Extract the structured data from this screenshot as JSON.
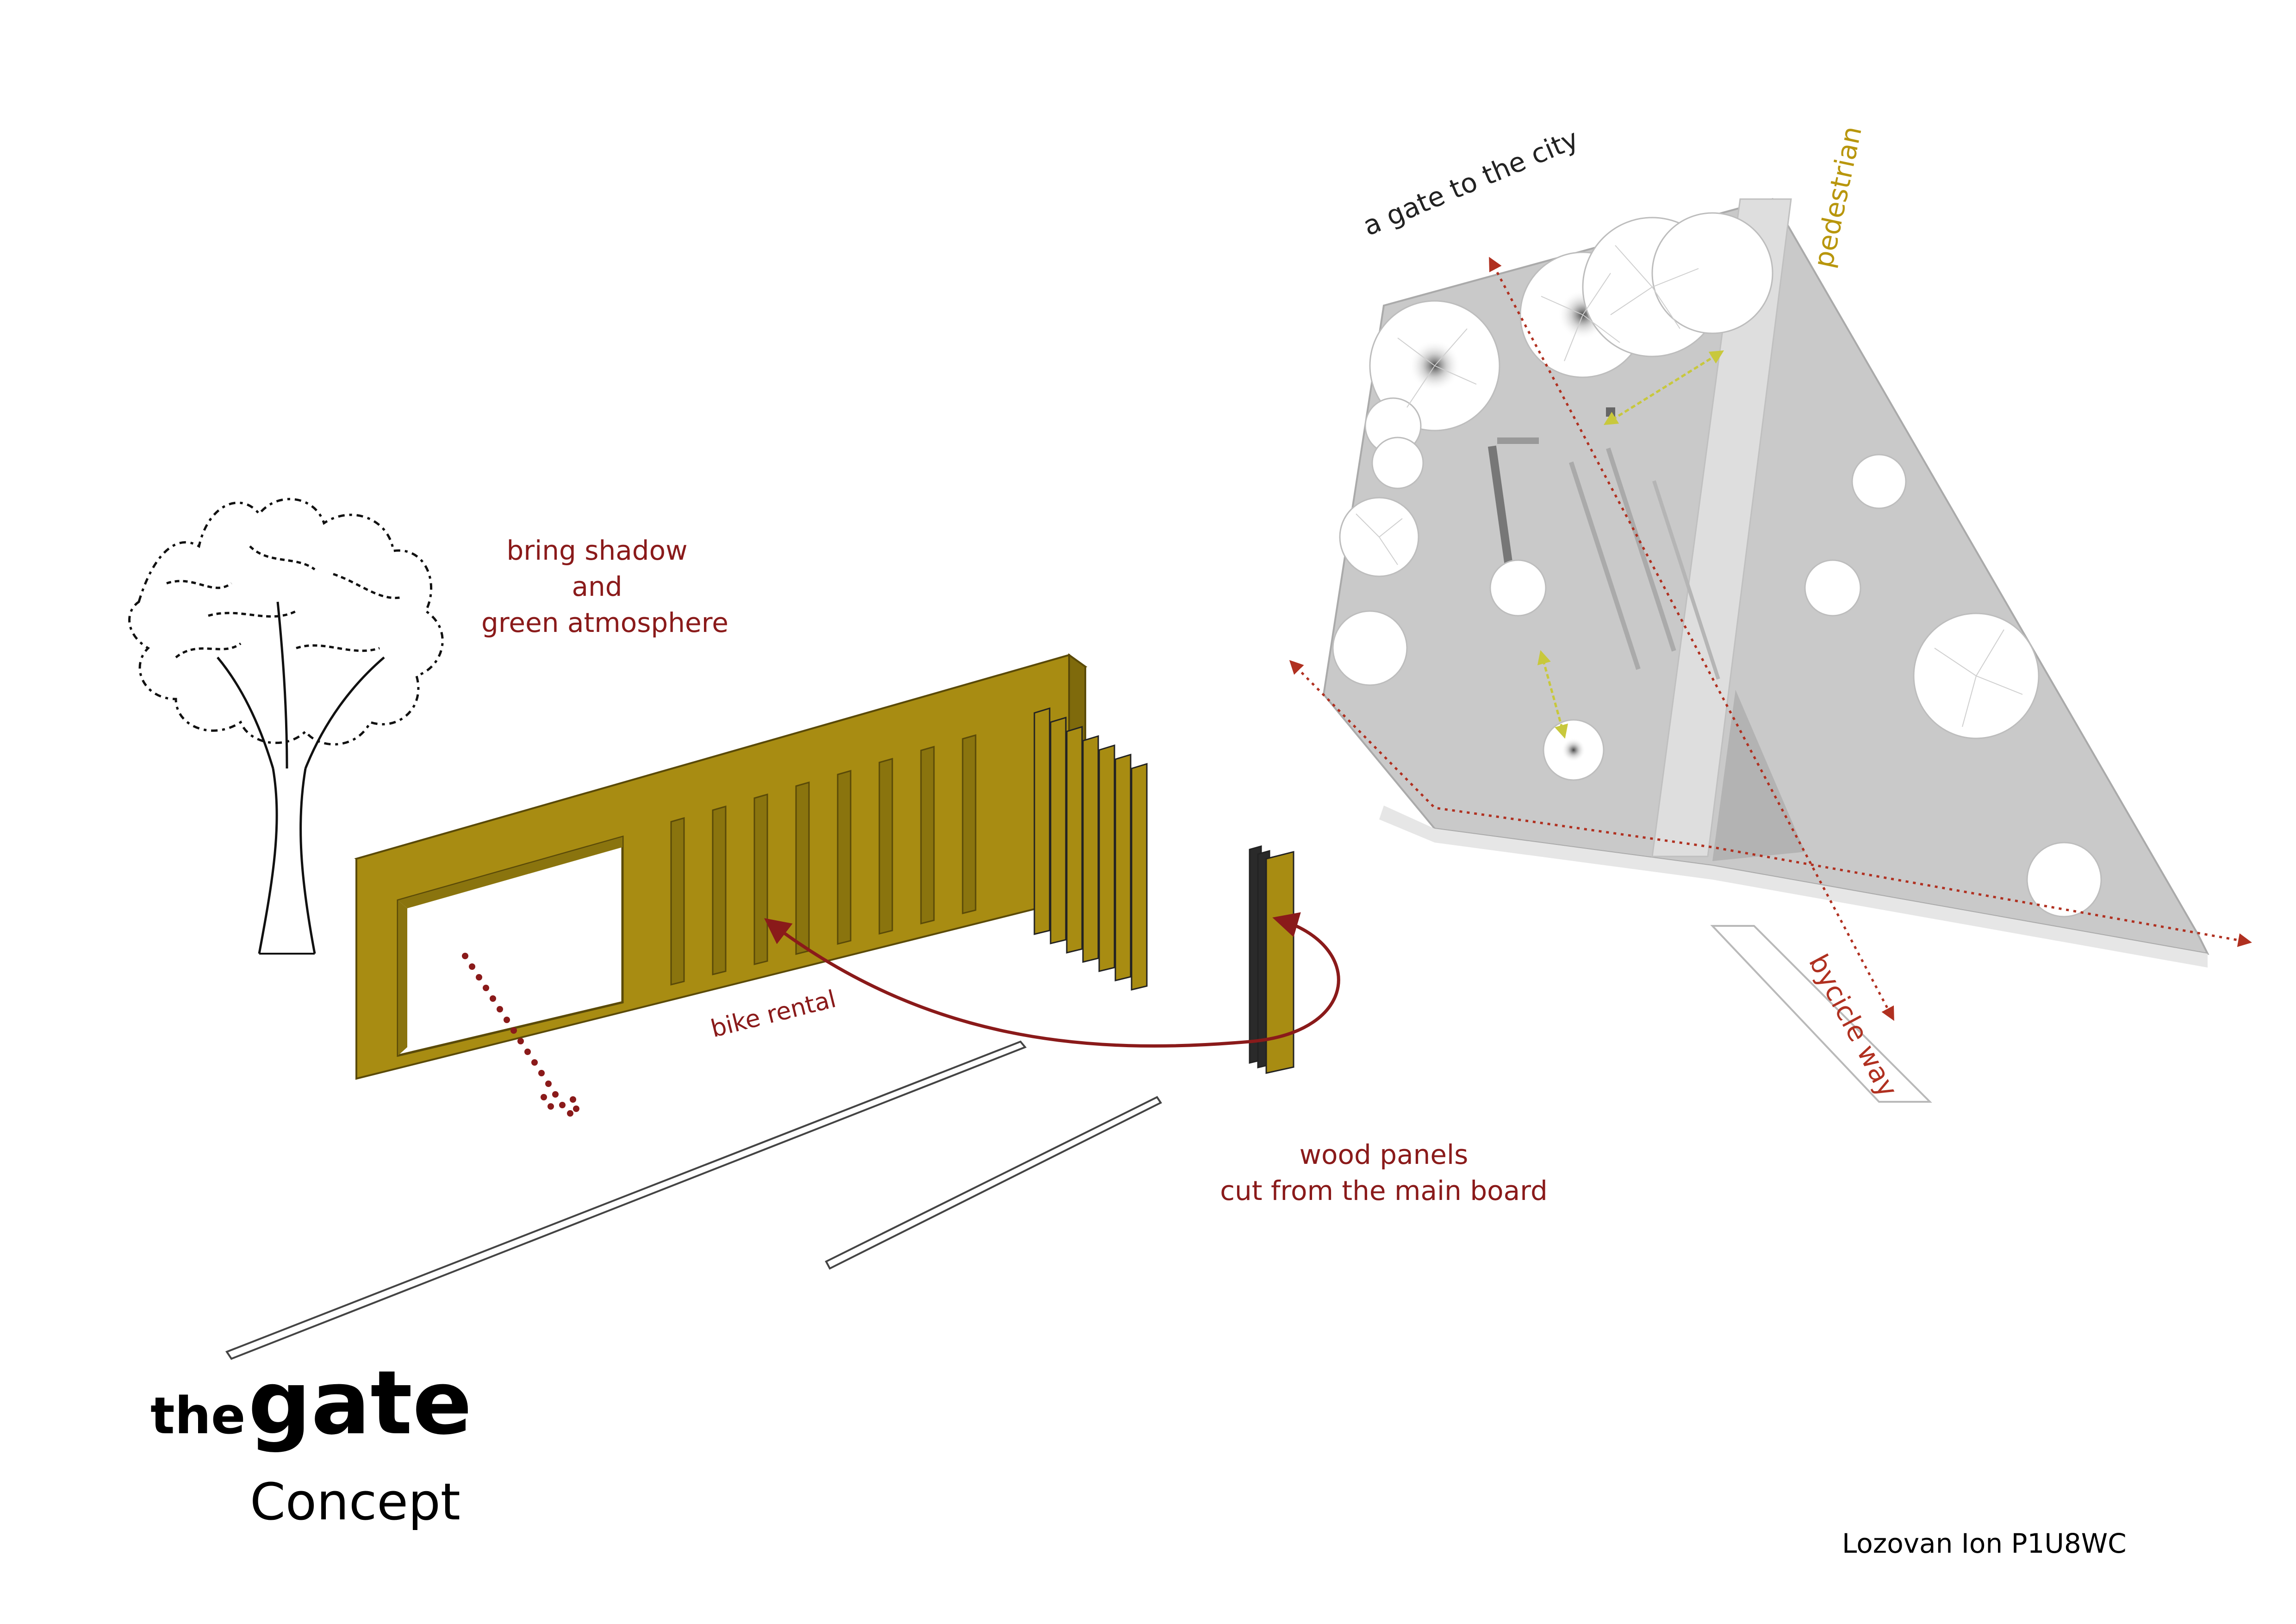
{
  "title": {
    "small": "the",
    "large": "gate",
    "subtitle": "Concept"
  },
  "author": "Lozovan Ion P1U8WC",
  "labels": {
    "shadow": [
      "bring shadow",
      "and",
      "green atmosphere"
    ],
    "bike_rental": "bike rental",
    "wood_panels": [
      "wood panels",
      "cut from the main board"
    ],
    "gate_city": "a gate to the city",
    "pedestrian": "pedestrian",
    "bycicle": "bycicle way"
  },
  "colors": {
    "wood": "#a88c12",
    "wood_dark": "#7f6a0c",
    "wood_light": "#c4a52a",
    "annotation_red": "#8a1a1a",
    "pedestrian_gold": "#b8960c",
    "bicycle_red": "#b03020",
    "plan_gray": "#c9c9c9",
    "path_gray": "#dedede",
    "yellow_arrow": "#c8c83c"
  },
  "icons": [
    "tree-elevation-icon",
    "tree-canopy-icon"
  ]
}
